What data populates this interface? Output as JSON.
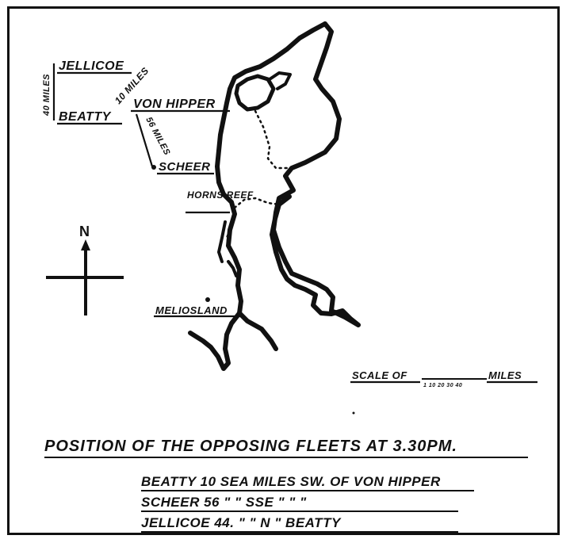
{
  "map": {
    "labels": {
      "jellicoe": "JELLICOE",
      "miles_vertical": "40 MILES",
      "miles_top": "10 MILES",
      "beatty": "BEATTY",
      "von_hipper": "VON HIPPER",
      "miles_diag": "56 MILES",
      "scheer": "SCHEER",
      "horns_reef": "HORNS REEF",
      "melioisland": "MELIOSLAND",
      "north": "N",
      "scale_prefix": "SCALE OF",
      "scale_suffix": "MILES",
      "scale_ticks": "1 10 20 30 40"
    }
  },
  "caption": {
    "title": "POSITION OF THE OPPOSING FLEETS AT 3.30PM.",
    "line1": "BEATTY 10 SEA MILES SW. OF VON HIPPER",
    "line2": "SCHEER 56 \"   \"   SSE \"   \"   \"",
    "line3": "JELLICOE 44. \"   \"   N   \" BEATTY"
  }
}
